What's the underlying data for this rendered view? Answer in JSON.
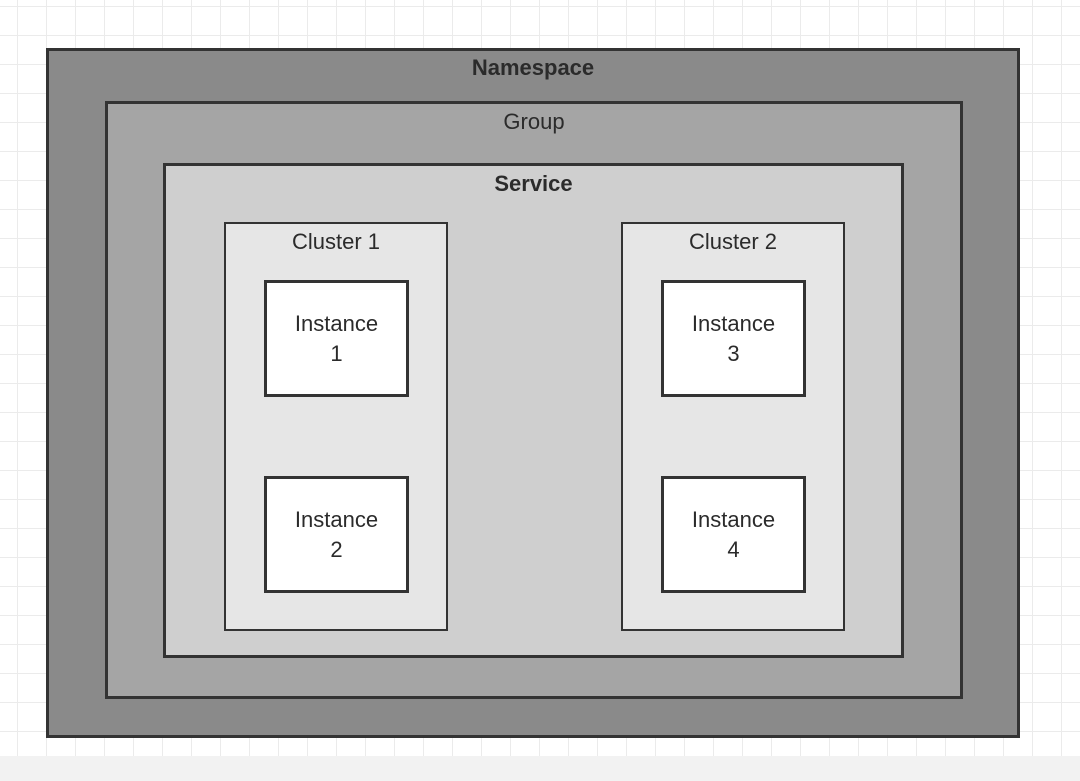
{
  "diagram": {
    "namespace": {
      "label": "Namespace"
    },
    "group": {
      "label": "Group"
    },
    "service": {
      "label": "Service"
    },
    "clusters": [
      {
        "label": "Cluster 1",
        "instances": [
          {
            "line1": "Instance",
            "line2": "1"
          },
          {
            "line1": "Instance",
            "line2": "2"
          }
        ]
      },
      {
        "label": "Cluster 2",
        "instances": [
          {
            "line1": "Instance",
            "line2": "3"
          },
          {
            "line1": "Instance",
            "line2": "4"
          }
        ]
      }
    ]
  },
  "colors": {
    "namespace_fill": "#8a8a8a",
    "group_fill": "#a5a5a5",
    "service_fill": "#cfcfcf",
    "cluster_fill": "#e6e6e6",
    "instance_fill": "#ffffff",
    "border": "#333333"
  }
}
